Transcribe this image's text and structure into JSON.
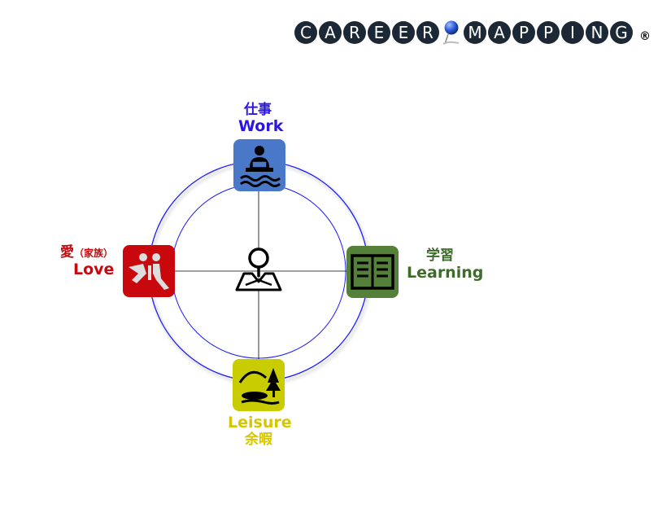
{
  "logo": {
    "letters_left": [
      "C",
      "A",
      "R",
      "E",
      "E",
      "R"
    ],
    "letters_right": [
      "M",
      "A",
      "P",
      "P",
      "I",
      "N",
      "G"
    ],
    "registered": "®",
    "pin_color": "#2a57d8",
    "badge_color": "#1d2836"
  },
  "nodes": {
    "work": {
      "jp": "仕事",
      "en": "Work",
      "color": "#4a78c9",
      "text_color": "#2a16e0",
      "icon": "person-desk-icon"
    },
    "learning": {
      "jp": "学習",
      "en": "Learning",
      "color": "#54803a",
      "text_color": "#3d6b2a",
      "icon": "open-book-icon"
    },
    "leisure": {
      "jp": "余暇",
      "en": "Leisure",
      "color": "#c8cc00",
      "text_color": "#d6c600",
      "icon": "landscape-icon"
    },
    "love": {
      "jp": "愛",
      "jp_small": "（家族）",
      "en": "Love",
      "color": "#c8080c",
      "text_color": "#c8080c",
      "icon": "family-icon"
    }
  },
  "center": {
    "icon": "map-pin-person-icon"
  },
  "colors": {
    "outer_ring": "#1a1aff",
    "inner_ring": "#1a1aff",
    "axis": "#000000"
  }
}
